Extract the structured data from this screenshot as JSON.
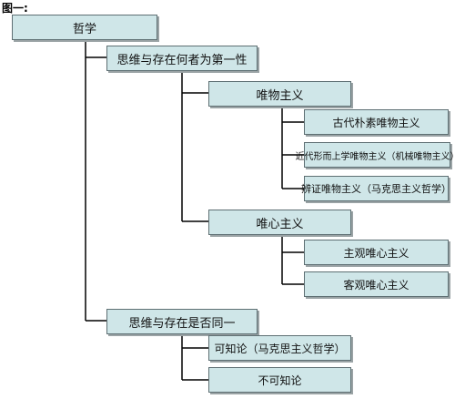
{
  "figure_label": "图一:",
  "nodes": {
    "root": "哲学",
    "q1": "思维与存在何者为第一性",
    "materialism": "唯物主义",
    "m1": "古代朴素唯物主义",
    "m2": "近代形而上学唯物主义（机械唯物主义）",
    "m3": "辨证唯物主义（马克思主义哲学）",
    "idealism": "唯心主义",
    "i1": "主观唯心主义",
    "i2": "客观唯心主义",
    "q2": "思维与存在是否同一",
    "k1": "可知论（马克思主义哲学）",
    "k2": "不可知论"
  },
  "colors": {
    "box_fill": "#cfe6e8",
    "box_border": "#5e6f73",
    "line": "#000000"
  }
}
